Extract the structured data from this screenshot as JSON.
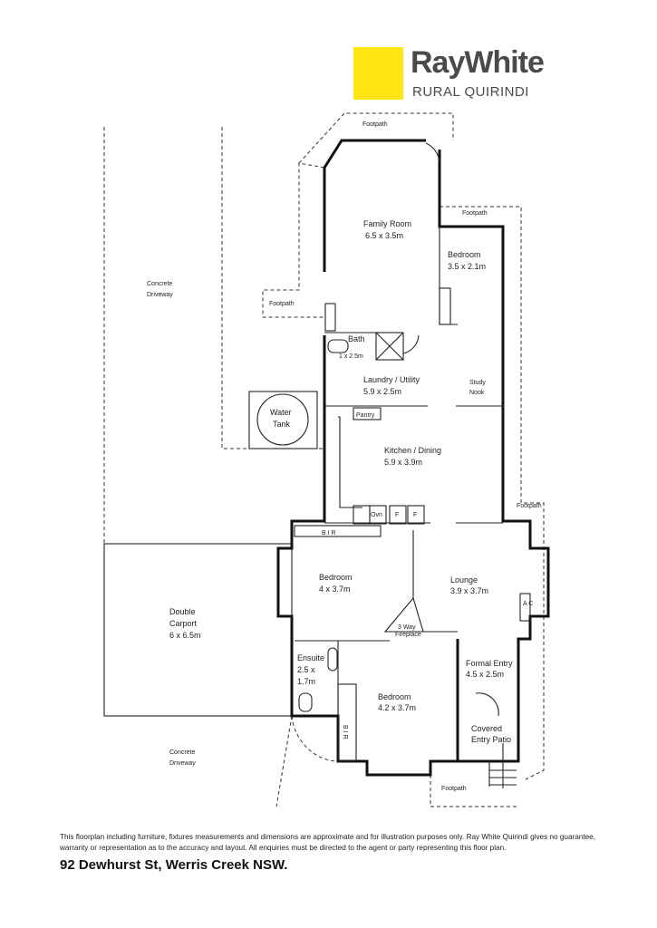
{
  "logo": {
    "brand": "RayWhite",
    "office": "RURAL QUIRINDI",
    "color": "#ffe512"
  },
  "rooms": {
    "family": {
      "name": "Family Room",
      "size": "6.5 x 3.5m"
    },
    "bedroom_rear": {
      "name": "Bedroom",
      "size": "3.5 x 2.1m"
    },
    "bath": {
      "name": "Bath",
      "size": "1 x 2.5m"
    },
    "laundry": {
      "name": "Laundry / Utility",
      "size": "5.9 x 2.5m"
    },
    "study": {
      "line1": "Study",
      "line2": "Nook"
    },
    "kitchen": {
      "name": "Kitchen / Dining",
      "size": "5.9 x 3.9m"
    },
    "bedroom_left": {
      "name": "Bedroom",
      "size": "4 x 3.7m"
    },
    "lounge": {
      "name": "Lounge",
      "size": "3.9 x 3.7m"
    },
    "ensuite": {
      "line1": "Ensuite",
      "line2": "2.5 x",
      "line3": "1.7m"
    },
    "bedroom_front": {
      "name": "Bedroom",
      "size": "4.2 x 3.7m"
    },
    "formal_entry": {
      "name": "Formal Entry",
      "size": "4.5 x 2.5m"
    },
    "patio": {
      "line1": "Covered",
      "line2": "Entry Patio"
    },
    "carport": {
      "line1": "Double",
      "line2": "Carport",
      "size": "6 x 6.5m"
    }
  },
  "fixtures": {
    "pantry": "Pantry",
    "oven": "Ovn",
    "fridge1": "F",
    "fridge2": "F",
    "bir": "B I R",
    "ac": "A C",
    "bir_v": "B I R",
    "fireplace1": "3 Way",
    "fireplace2": "Fireplace",
    "tank1": "Water",
    "tank2": "Tank"
  },
  "outside": {
    "footpath": "Footpath",
    "driveway1": "Concrete",
    "driveway2": "Driveway"
  },
  "footer": {
    "disclaimer": "This floorplan including furniture, fixtures measurements and dimensions are approximate and for illustration purposes only. Ray White Quirindi gives no guarantee, warranty or representation as to the accuracy and layout. All enquiries must be directed to the agent or party representing this floor plan.",
    "address": "92 Dewhurst St, Werris Creek NSW."
  }
}
